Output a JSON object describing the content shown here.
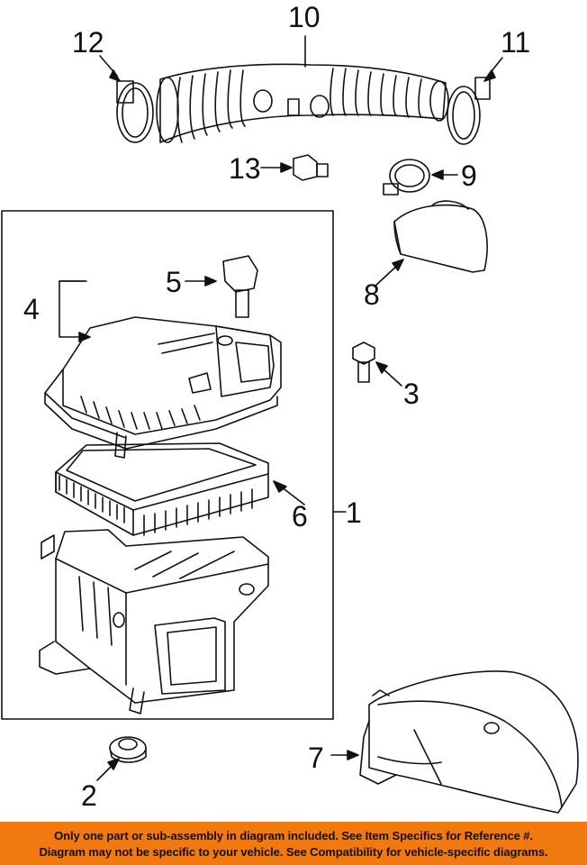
{
  "callouts": {
    "c1": "1",
    "c2": "2",
    "c3": "3",
    "c4": "4",
    "c5": "5",
    "c6": "6",
    "c7": "7",
    "c8": "8",
    "c9": "9",
    "c10": "10",
    "c11": "11",
    "c12": "12",
    "c13": "13"
  },
  "footer": {
    "line1": "Only one part or sub-assembly in diagram included. See Item Specifics for Reference #.",
    "line2": "Diagram may not be specific to your vehicle. See Compatibility for vehicle-specific diagrams."
  },
  "colors": {
    "line": "#111111",
    "banner": "#f07a10"
  }
}
